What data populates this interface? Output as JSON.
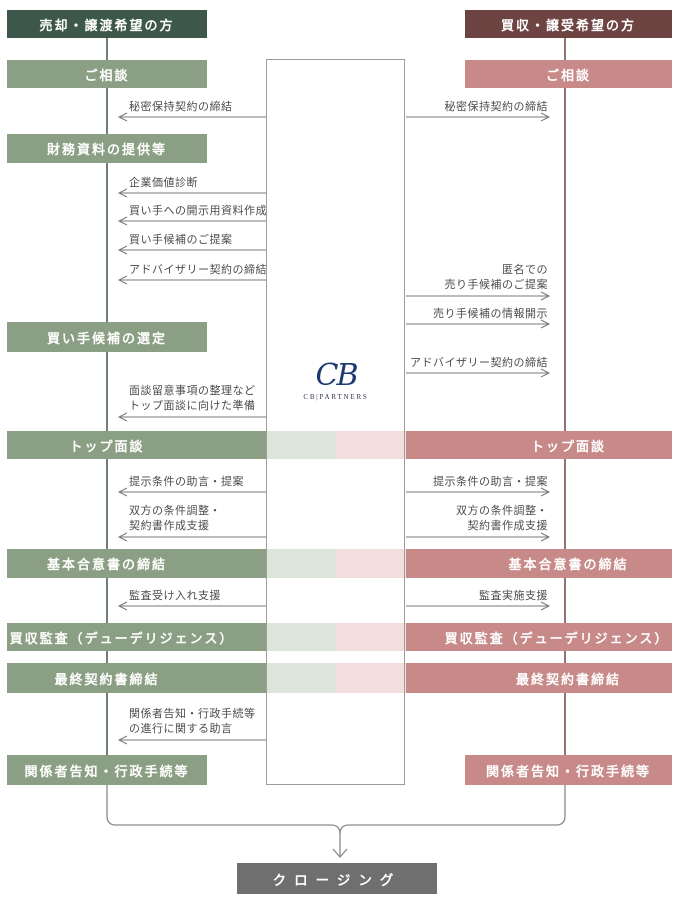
{
  "colors": {
    "dark_green": "#3d574a",
    "sage_green": "#8b9f84",
    "band_light_green": "#dde4d9",
    "dark_maroon": "#6d4441",
    "pink": "#c78a88",
    "band_light_pink": "#f2dedd",
    "closing_gray": "#6f6f6f",
    "line_gray": "#7a7a7a",
    "logo_navy": "#1d3a70"
  },
  "left": {
    "header": "売却・譲渡希望の方",
    "steps": [
      "ご相談",
      "財務資料の提供等",
      "買い手候補の選定",
      "関係者告知・行政手続等"
    ],
    "arrows": [
      "秘密保持契約の締結",
      "企業価値診断",
      "買い手への開示用資料作成",
      "買い手候補のご提案",
      "アドバイザリー契約の締結",
      "面談留意事項の整理など\nトップ面談に向けた準備",
      "提示条件の助言・提案",
      "双方の条件調整・\n契約書作成支援",
      "監査受け入れ支援",
      "関係者告知・行政手続等\nの進行に関する助言"
    ]
  },
  "right": {
    "header": "買収・譲受希望の方",
    "steps": [
      "ご相談",
      "関係者告知・行政手続等"
    ],
    "arrows": [
      "秘密保持契約の締結",
      "匿名での\n売り手候補のご提案",
      "売り手候補の情報開示",
      "アドバイザリー契約の締結",
      "提示条件の助言・提案",
      "双方の条件調整・\n契約書作成支援",
      "監査実施支援"
    ]
  },
  "shared_rows": [
    "トップ面談",
    "基本合意書の締結",
    "買収監査（デューデリジェンス）",
    "最終契約書締結"
  ],
  "logo": {
    "monogram": "CB",
    "name": "CB|PARTNERS"
  },
  "closing": "クロージング"
}
